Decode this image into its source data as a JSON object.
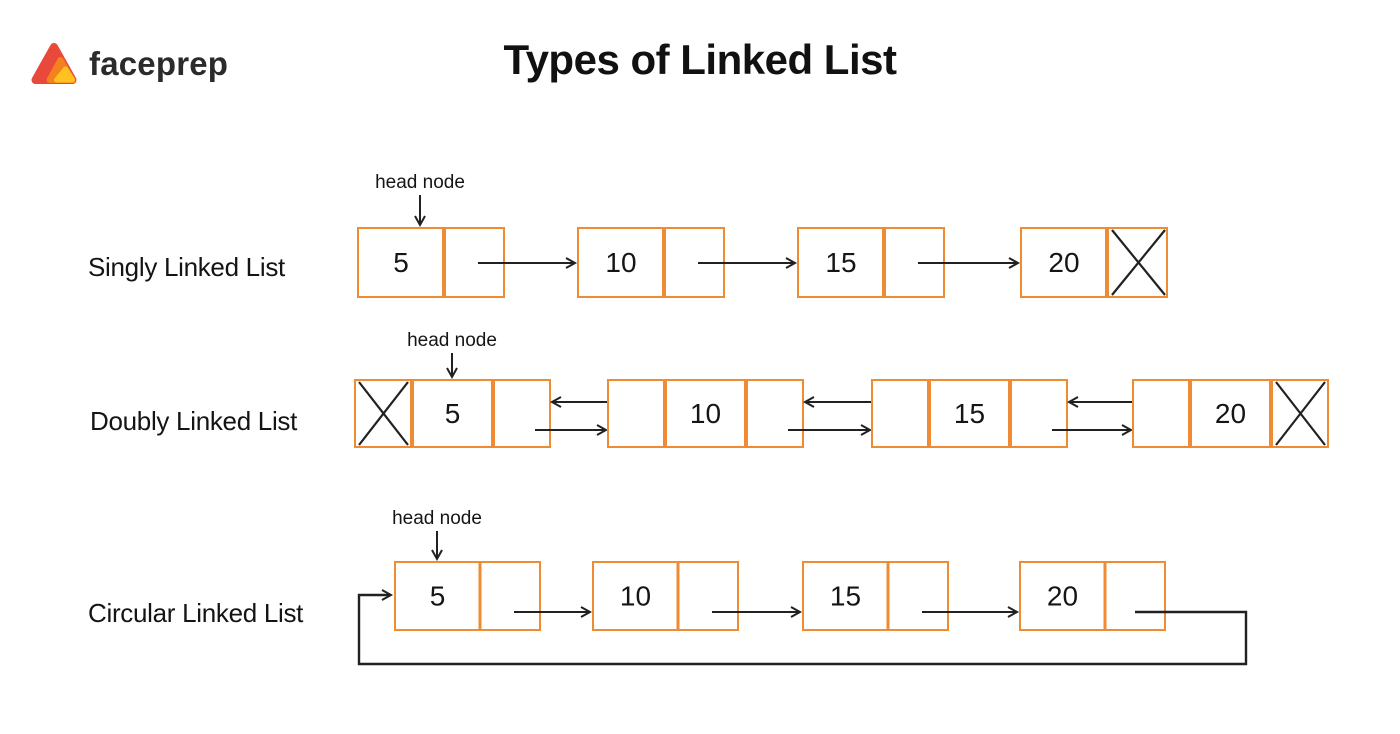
{
  "brand": {
    "name": "faceprep"
  },
  "title": "Types of Linked List",
  "colors": {
    "node_border": "#EF8B32",
    "node_fill": "#ffffff",
    "line": "#212121",
    "text": "#151515",
    "logo_red": "#E8493B",
    "logo_orange": "#F5801E",
    "logo_yellow": "#FFC21E"
  },
  "diagram": {
    "rows": [
      {
        "type": "singly",
        "label": "Singly Linked List",
        "head_label": "head node",
        "values": [
          "5",
          "10",
          "15",
          "20"
        ],
        "end_marker": "null-cross"
      },
      {
        "type": "doubly",
        "label": "Doubly Linked List",
        "head_label": "head node",
        "values": [
          "5",
          "10",
          "15",
          "20"
        ],
        "start_marker": "null-cross",
        "end_marker": "null-cross"
      },
      {
        "type": "circular",
        "label": "Circular Linked List",
        "head_label": "head node",
        "values": [
          "5",
          "10",
          "15",
          "20"
        ],
        "loops_to_head": true
      }
    ]
  }
}
